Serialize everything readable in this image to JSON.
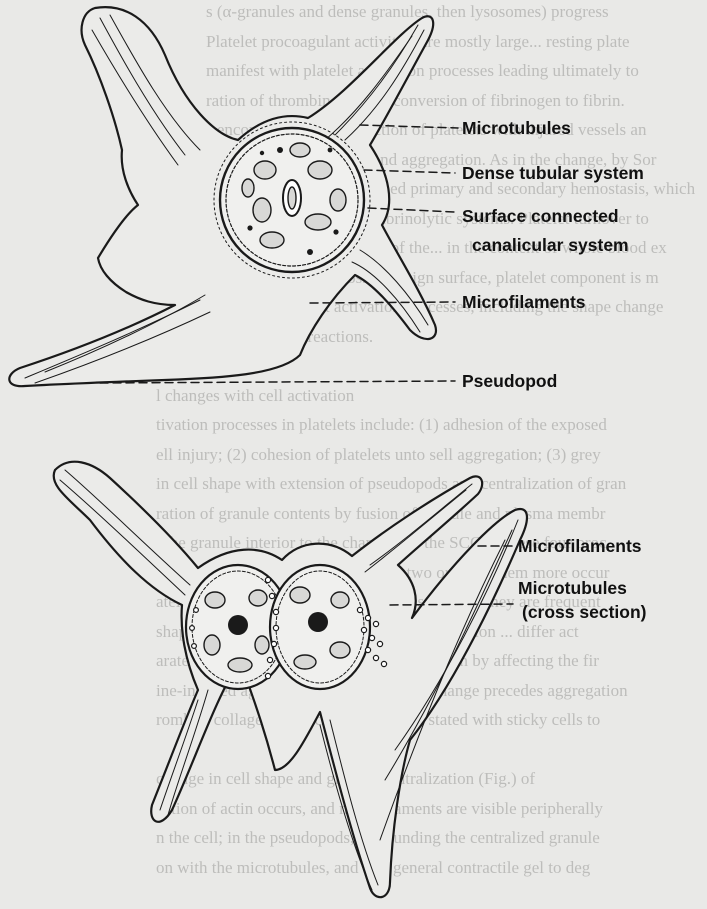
{
  "background_text": {
    "lines": [
      "s (α-granules and dense granules, then lysosomes) progress",
      "Platelet procoagulant activities are mostly large... resting plate",
      "manifest with platelet activation processes leading ultimately to",
      "ration of thrombin, and the conversion of fibrinogen to fibrin.",
      "s encompasses the interaction of platelets with injured vessels an",
      "ibing platelet adherence and aggregation. As in the change, by Sor",
      "es conceptually distinguished primary and secondary hemostasis, which",
      "plasmic coagulation and fibrinolytic systems. Platelet turnover to",
      "ive numerical contribution of the... in the content of whole blood ex",
      "vound or passing across a foreign surface, platelet component is m",
      "on several platelet activation processes, including the shape change",
      "on and release reactions.",
      "",
      "l changes with cell activation",
      "tivation processes in platelets include: (1) adhesion of the exposed",
      "ell injury; (2) cohesion of platelets unto sell aggregation; (3) grey",
      "in cell shape with extension of pseudopods and centralization of gran",
      "ration of granule contents by fusion of granule and plasma membr",
      "t the granule interior to the channels of the SCCS. These four proc",
      "eparable from one another, although two or all of them more occur",
      "atelets initially adhering to sites of vessel injury they are frequent",
      "shape change. Quality and extent of the activation ... differ act",
      "arated platelet stickiness of definite activation by affecting the fir",
      "ine-induced aggregation. Aspirin: shape change precedes aggregation",
      "rombin, collagen or arachidonic acid as stated with sticky cells to",
      "",
      "change in cell shape and granule centralization (Fig.) of",
      "zation of actin occurs, and microfilaments are visible peripherally",
      "n the cell; in the pseudopods, surrounding the centralized granule",
      "on with the microtubules, and as a general contractile gel to deg"
    ]
  },
  "labels": {
    "microtubules": "Microtubules",
    "dense_tubular_system": "Dense tubular system",
    "surface_connected_line1": "Surface connected",
    "surface_connected_line2": "canalicular system",
    "microfilaments_top": "Microfilaments",
    "pseudopod": "Pseudopod",
    "microfilaments_bottom": "Microfilaments",
    "microtubules_cross_line1": "Microtubules",
    "microtubules_cross_line2": "(cross section)"
  }
}
